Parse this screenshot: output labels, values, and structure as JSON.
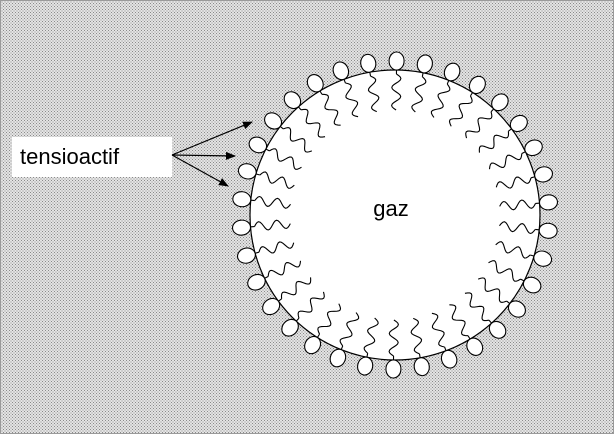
{
  "diagram": {
    "title": "",
    "label_surfactant": "tensioactif",
    "label_gas": "gaz",
    "surfactant_molecule_count": 34,
    "colors": {
      "background_pattern_base": "#e4e4e4",
      "background_pattern_dot": "#8a8a8a",
      "bubble_fill": "#ffffff",
      "stroke": "#000000",
      "label_box_fill": "#ffffff"
    }
  }
}
